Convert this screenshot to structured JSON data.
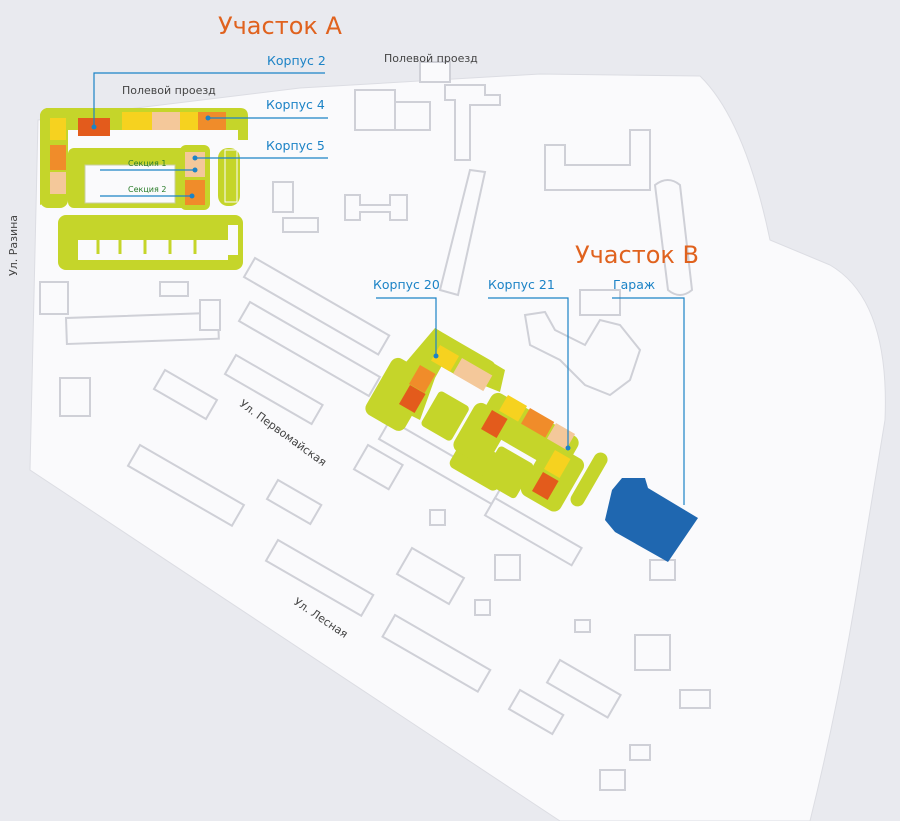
{
  "colors": {
    "background": "#e9eaef",
    "ground": "#fafafc",
    "building_outline": "#d2d3d9",
    "site_green": "#c5d52a",
    "apartment_yellow": "#f6d21f",
    "apartment_peach": "#f4c89a",
    "apartment_orange": "#f08c2a",
    "apartment_red": "#e35b1c",
    "garage_blue": "#1f67b0",
    "site_label": "#e0621e",
    "callout": "#1c83c6",
    "section_label": "#2a7d2a"
  },
  "sites": {
    "a": {
      "label": "Участок А"
    },
    "b": {
      "label": "Участок В"
    }
  },
  "callouts": {
    "korpus_2": "Корпус 2",
    "korpus_4": "Корпус 4",
    "korpus_5": "Корпус 5",
    "korpus_20": "Корпус 20",
    "korpus_21": "Корпус 21",
    "garage": "Гараж"
  },
  "sections": {
    "s1": "Секция 1",
    "s2": "Секция 2"
  },
  "streets": {
    "polevoy_top": "Полевой проезд",
    "polevoy_left": "Полевой проезд",
    "razina": "Ул. Разина",
    "pervomayskaya": "Ул. Первомайская",
    "lesnaya": "Ул. Лесная"
  }
}
